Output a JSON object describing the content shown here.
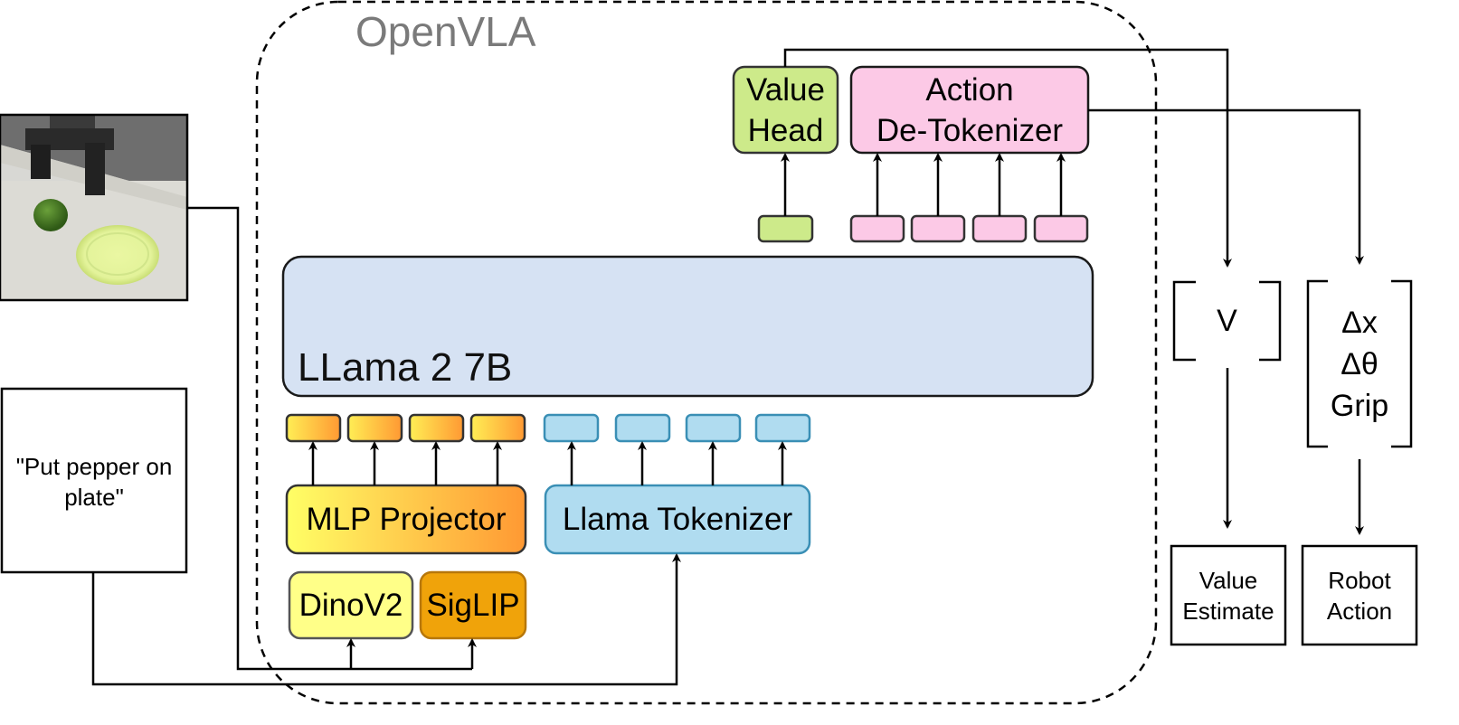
{
  "frame": {
    "title": "OpenVLA"
  },
  "llm": {
    "label": "LLama 2 7B"
  },
  "value_head": {
    "line1": "Value",
    "line2": "Head"
  },
  "action_detokenizer": {
    "line1": "Action",
    "line2": "De-Tokenizer"
  },
  "mlp_projector": {
    "label": "MLP Projector"
  },
  "llama_tokenizer": {
    "label": "Llama Tokenizer"
  },
  "dinov2": {
    "label": "DinoV2"
  },
  "siglip": {
    "label": "SigLIP"
  },
  "instruction": {
    "text": "\"Put pepper on plate\""
  },
  "value_bracket": {
    "label": "V"
  },
  "action_bracket": {
    "lines": [
      "Δx",
      "Δθ",
      "Grip"
    ]
  },
  "value_estimate": {
    "line1": "Value",
    "line2": "Estimate"
  },
  "robot_action": {
    "line1": "Robot",
    "line2": "Action"
  },
  "colors": {
    "llm_fill": "#d6e2f3",
    "value_green": "#cdea8a",
    "action_pink": "#fcc9e6",
    "tokenizer_blue": "#b0dcf0",
    "dino_yellow": "#ffff88",
    "siglip_orange": "#f0a30a",
    "mlp_gradient": [
      "#ffff66",
      "#ff9933"
    ]
  }
}
